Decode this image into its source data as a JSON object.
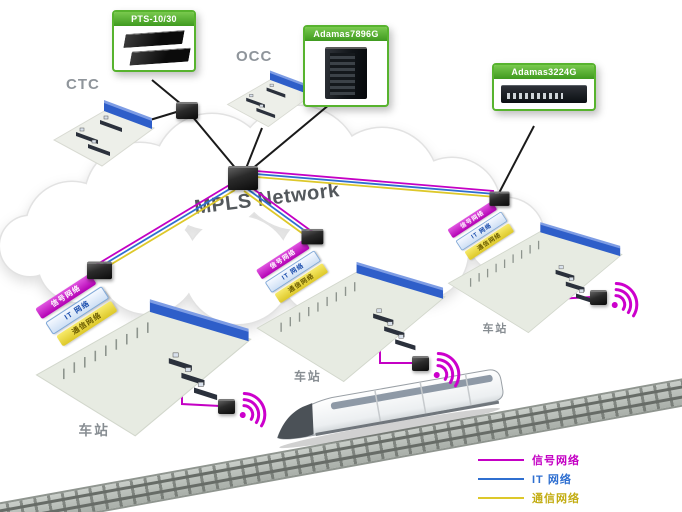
{
  "title": {
    "mpls": "MPLS Network"
  },
  "devices": {
    "pts": {
      "label": "PTS-10/30"
    },
    "adamas7896": {
      "label": "Adamas7896G"
    },
    "adamas3224": {
      "label": "Adamas3224G"
    }
  },
  "centers": {
    "ctc": {
      "label": "CTC"
    },
    "occ": {
      "label": "OCC"
    }
  },
  "networks": {
    "signal": {
      "label": "信号网络",
      "color": "#c400c4"
    },
    "it": {
      "label": "IT 网络",
      "color": "#2f6fd0"
    },
    "comm": {
      "label": "通信网络",
      "color": "#ddc82a"
    }
  },
  "stations": [
    {
      "label": "车站",
      "bars": {
        "signal": "信号网络",
        "it": "IT 网络",
        "comm": "通信网络"
      }
    },
    {
      "label": "车站",
      "bars": {
        "signal": "信号网络",
        "it": "IT 网络",
        "comm": "通信网络"
      }
    },
    {
      "label": "车站",
      "bars": {
        "signal": "信号网络",
        "it": "IT 网络",
        "comm": "通信网络"
      }
    }
  ],
  "legend": {
    "items": [
      {
        "label": "信号网络",
        "color": "#c400c4"
      },
      {
        "label": "IT 网络",
        "color": "#2f6fd0"
      },
      {
        "label": "通信网络",
        "color": "#ddc82a"
      }
    ]
  },
  "accent_green": "#57b32e"
}
